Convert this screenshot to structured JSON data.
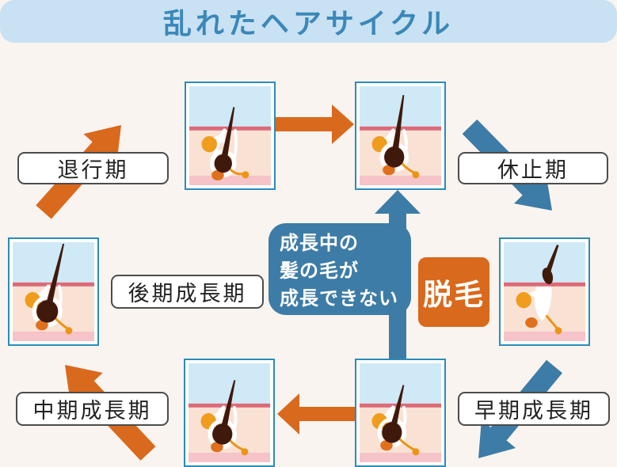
{
  "title": "乱れたヘアサイクル",
  "colors": {
    "background": "#faf4f0",
    "header_bg": "#c8e2f3",
    "header_text": "#3b87b9",
    "orange": "#d9691c",
    "blue": "#3d7ca6",
    "box_border": "#2b8cba",
    "label_border": "#4c4c4c",
    "label_text": "#222222"
  },
  "stages": [
    {
      "id": "regression",
      "label": "退行期"
    },
    {
      "id": "resting",
      "label": "休止期"
    },
    {
      "id": "late_growth",
      "label": "後期成長期"
    },
    {
      "id": "mid_growth",
      "label": "中期成長期"
    },
    {
      "id": "early_growth",
      "label": "早期成長期"
    }
  ],
  "callout": {
    "lines": [
      "成長中の",
      "髪の毛が",
      "成長できない"
    ]
  },
  "hair_loss_label": "脱毛",
  "illustrations": [
    {
      "name": "follicle-regression-icon"
    },
    {
      "name": "follicle-resting-icon"
    },
    {
      "name": "follicle-late-growth-icon"
    },
    {
      "name": "follicle-shedding-icon"
    },
    {
      "name": "follicle-mid-growth-icon"
    },
    {
      "name": "follicle-early-growth-icon"
    }
  ]
}
